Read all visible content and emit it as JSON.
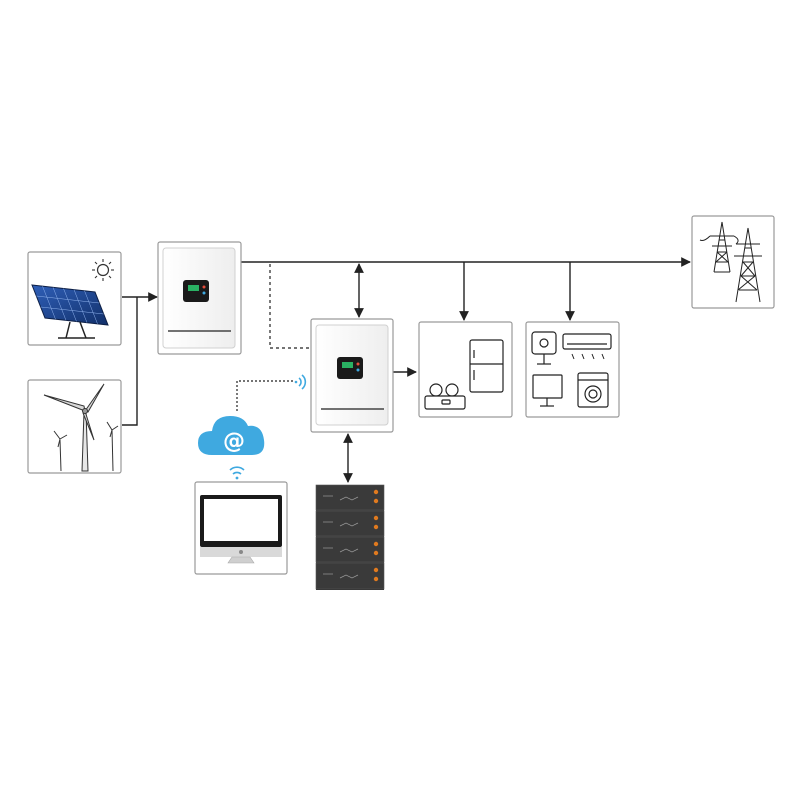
{
  "diagram": {
    "nodes": [
      {
        "id": "solar-panel",
        "icon": "solar-panel-icon"
      },
      {
        "id": "wind-turbine",
        "icon": "wind-turbine-icon"
      },
      {
        "id": "inverter-main",
        "icon": "inverter-icon"
      },
      {
        "id": "inverter-storage",
        "icon": "inverter-icon"
      },
      {
        "id": "grid",
        "icon": "power-tower-icon"
      },
      {
        "id": "home-appliances",
        "icon": "refrigerator-icon"
      },
      {
        "id": "household-devices",
        "icon": "appliances-icon"
      },
      {
        "id": "cloud",
        "icon": "cloud-at-icon"
      },
      {
        "id": "monitor",
        "icon": "computer-monitor-icon"
      },
      {
        "id": "battery-stack",
        "icon": "battery-stack-icon"
      }
    ],
    "edges": [
      {
        "from": "solar-panel",
        "to": "inverter-main",
        "style": "solid"
      },
      {
        "from": "wind-turbine",
        "to": "inverter-main",
        "style": "solid"
      },
      {
        "from": "inverter-main",
        "to": "grid",
        "style": "solid"
      },
      {
        "from": "inverter-main",
        "to": "inverter-storage",
        "style": "solid",
        "bidirectional": true
      },
      {
        "from": "inverter-main",
        "to": "home-appliances",
        "style": "solid"
      },
      {
        "from": "inverter-main",
        "to": "household-devices",
        "style": "solid"
      },
      {
        "from": "inverter-main",
        "to": "inverter-storage",
        "style": "dashed"
      },
      {
        "from": "inverter-storage",
        "to": "home-appliances",
        "style": "solid"
      },
      {
        "from": "inverter-storage",
        "to": "battery-stack",
        "style": "solid",
        "bidirectional": true
      },
      {
        "from": "inverter-storage",
        "to": "cloud",
        "style": "dotted",
        "wireless": true
      },
      {
        "from": "cloud",
        "to": "monitor",
        "style": "wireless"
      }
    ],
    "colors": {
      "line": "#222222",
      "box_border": "#9a9a9a",
      "cloud": "#3fa9e0",
      "wifi": "#3fa9e0",
      "screen": "#1a1a1a",
      "display_accent": "#2ecc71",
      "battery": "#2b2b2b",
      "terminal": "#e07a1f"
    }
  }
}
